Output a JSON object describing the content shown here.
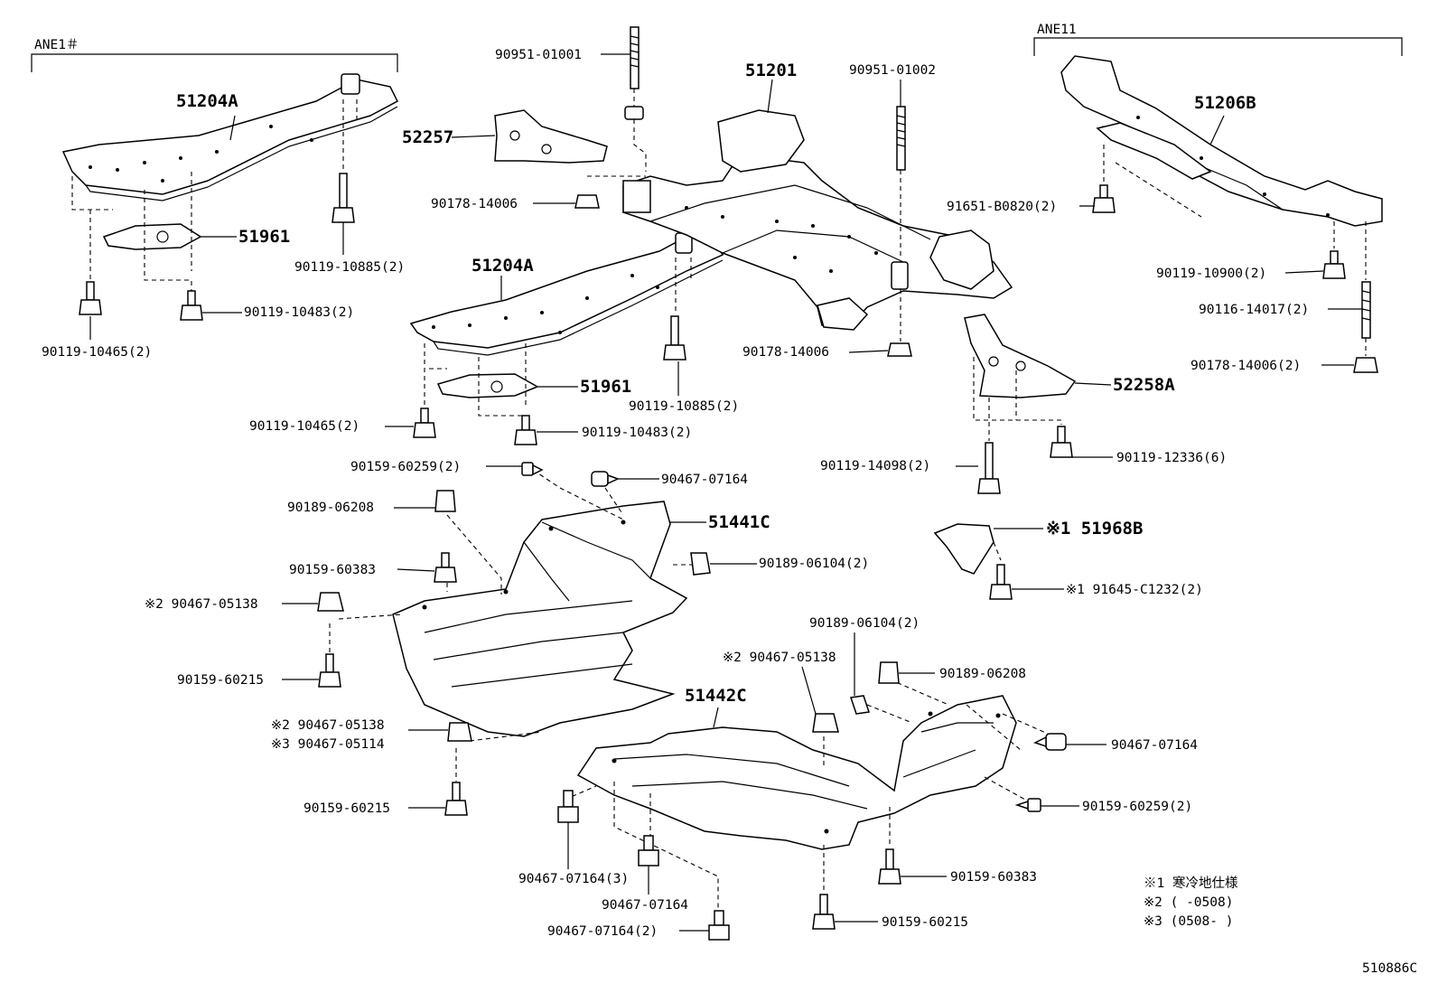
{
  "groups": {
    "left": "ANE1＃",
    "right": "ANE11"
  },
  "labels": {
    "p51201": "51201",
    "p51204A_a": "51204A",
    "p51204A_b": "51204A",
    "p51206B": "51206B",
    "p52257": "52257",
    "p52258A": "52258A",
    "p51961_a": "51961",
    "p51961_b": "51961",
    "p51441C": "51441C",
    "p51442C": "51442C",
    "p51968B": "※1 51968B",
    "s90951_01001": "90951-01001",
    "s90951_01002": "90951-01002",
    "n90178_14006_a": "90178-14006",
    "n90178_14006_b": "90178-14006",
    "n90178_14006_c": "90178-14006(2)",
    "b90119_10885_a": "90119-10885(2)",
    "b90119_10885_b": "90119-10885(2)",
    "b90119_10483_a": "90119-10483(2)",
    "b90119_10483_b": "90119-10483(2)",
    "b90119_10465_a": "90119-10465(2)",
    "b90119_10465_b": "90119-10465(2)",
    "b91651_B0820": "91651-B0820(2)",
    "b90119_10900": "90119-10900(2)",
    "s90116_14017": "90116-14017(2)",
    "b90119_14098": "90119-14098(2)",
    "b90119_12336": "90119-12336(6)",
    "b91645_C1232": "※1 91645-C1232(2)",
    "s90159_60259_a": "90159-60259(2)",
    "s90159_60259_b": "90159-60259(2)",
    "c90467_07164_a": "90467-07164",
    "c90467_07164_b": "90467-07164",
    "c90467_07164_c": "90467-07164(3)",
    "c90467_07164_d": "90467-07164",
    "c90467_07164_e": "90467-07164(2)",
    "c90189_06208_a": "90189-06208",
    "c90189_06208_b": "90189-06208",
    "c90189_06104_a": "90189-06104(2)",
    "c90189_06104_b": "90189-06104(2)",
    "s90159_60383_a": "90159-60383",
    "s90159_60383_b": "90159-60383",
    "n90467_05138_a": "※2 90467-05138",
    "n90467_05138_b": "※2 90467-05138",
    "n90467_05138_c": "※2 90467-05138",
    "n90467_05114": "※3 90467-05114",
    "s90159_60215_a": "90159-60215",
    "s90159_60215_b": "90159-60215",
    "s90159_60215_c": "90159-60215"
  },
  "notes": {
    "n1": "※1 寒冷地仕様",
    "n2": "※2 (      -0508)",
    "n3": "※3 (0508-      )"
  },
  "figure_id": "510886C"
}
